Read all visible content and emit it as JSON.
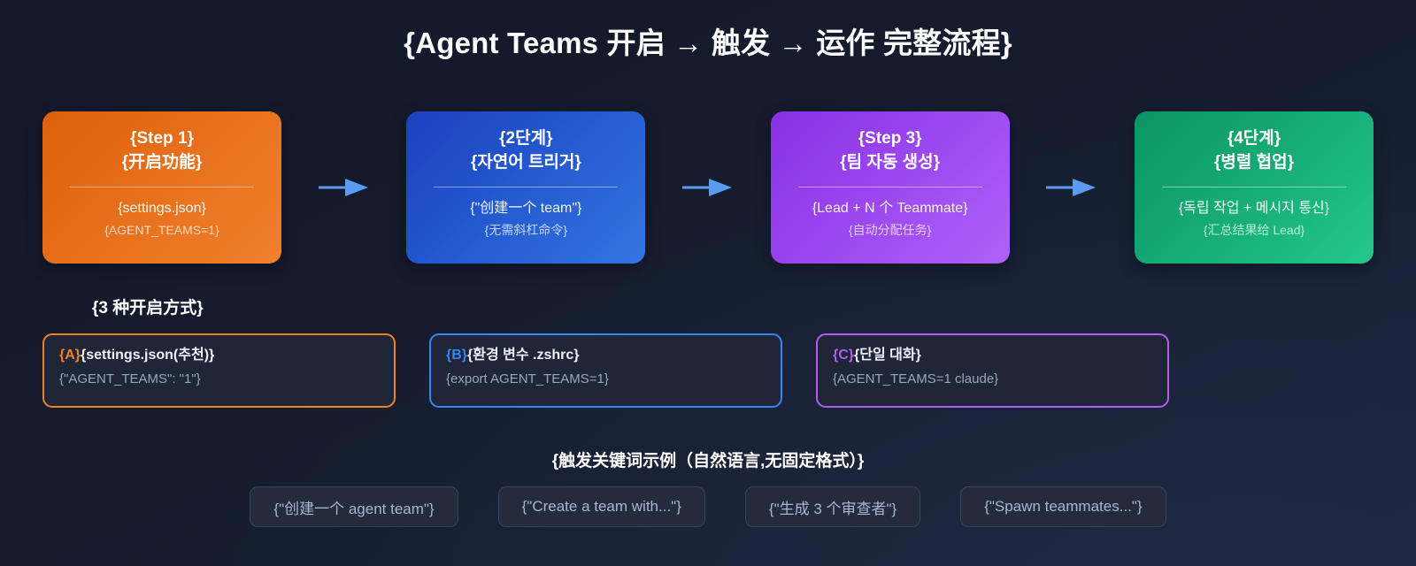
{
  "title": "{Agent Teams 开启 → 触发 → 运作 完整流程}",
  "flow": {
    "steps": [
      {
        "title_line1": "{Step 1}",
        "title_line2": "{开启功能}",
        "detail": "{settings.json}",
        "sub": "{AGENT_TEAMS=1}",
        "color": "#e8701c"
      },
      {
        "title_line1": "{2단계}",
        "title_line2": "{자연어 트리거}",
        "detail": "{\"创建一个 team\"}",
        "sub": "{无需斜杠命令}",
        "color": "#2358cf"
      },
      {
        "title_line1": "{Step 3}",
        "title_line2": "{팀 자동 생성}",
        "detail": "{Lead + N 个 Teammate}",
        "sub": "{自动分配任务}",
        "color": "#9a45ef"
      },
      {
        "title_line1": "{4단계}",
        "title_line2": "{병렬 협업}",
        "detail": "{독립 작업 + 메시지 통신}",
        "sub": "{汇总结果给 Lead}",
        "color": "#16ab76"
      }
    ],
    "arrow_color": "#5b9bf0"
  },
  "options": {
    "heading": "{3 种开启方式}",
    "items": [
      {
        "tag": "{A}",
        "title": "{settings.json(추천)}",
        "code": "{\"AGENT_TEAMS\": \"1\"}",
        "color": "#f0811f"
      },
      {
        "tag": "{B}",
        "title": "{환경 변수 .zshrc}",
        "code": "{export AGENT_TEAMS=1}",
        "color": "#3b82f6"
      },
      {
        "tag": "{C}",
        "title": "{단일 대화}",
        "code": "{AGENT_TEAMS=1 claude}",
        "color": "#b45cf0"
      }
    ]
  },
  "triggers": {
    "heading": "{触发关键词示例（自然语言,无固定格式）}",
    "chips": [
      "{\"创建一个 agent team\"}",
      "{\"Create a team with...\"}",
      "{\"生成 3 个审查者\"}",
      "{\"Spawn teammates...\"}"
    ]
  }
}
